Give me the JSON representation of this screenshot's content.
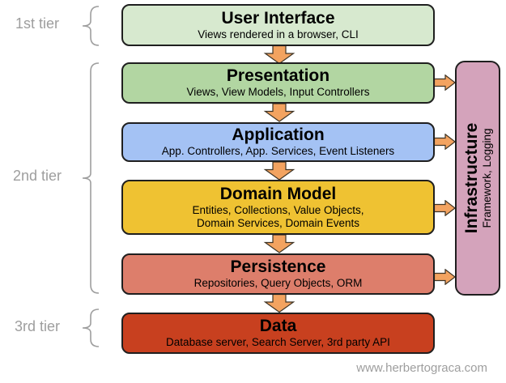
{
  "diagram": {
    "title_semantic": "Layered architecture tiers diagram",
    "watermark": "www.herbertograca.com"
  },
  "tiers": [
    {
      "label": "1st tier"
    },
    {
      "label": "2nd tier"
    },
    {
      "label": "3rd tier"
    }
  ],
  "layers": [
    {
      "id": "user-interface",
      "title": "User Interface",
      "subtitle": "Views rendered in a browser, CLI",
      "fill": "#d7e9cf"
    },
    {
      "id": "presentation",
      "title": "Presentation",
      "subtitle": "Views, View Models, Input Controllers",
      "fill": "#b2d6a2"
    },
    {
      "id": "application",
      "title": "Application",
      "subtitle": "App. Controllers, App. Services, Event Listeners",
      "fill": "#a4c2f4"
    },
    {
      "id": "domain-model",
      "title": "Domain Model",
      "subtitle": "Entities, Collections, Value Objects,",
      "subtitle2": "Domain Services, Domain Events",
      "fill": "#efc232"
    },
    {
      "id": "persistence",
      "title": "Persistence",
      "subtitle": "Repositories, Query Objects, ORM",
      "fill": "#dd7e6b"
    },
    {
      "id": "data",
      "title": "Data",
      "subtitle": "Database server, Search Server, 3rd party API",
      "fill": "#c8401f"
    }
  ],
  "infrastructure": {
    "title": "Infrastructure",
    "subtitle": "Framework, Logging",
    "fill": "#d4a3bb"
  },
  "colors": {
    "arrow_fill": "#f3a360",
    "arrow_outline": "#3d3324",
    "box_border": "#1f1f1f",
    "muted_gray": "#9e9e9e"
  }
}
